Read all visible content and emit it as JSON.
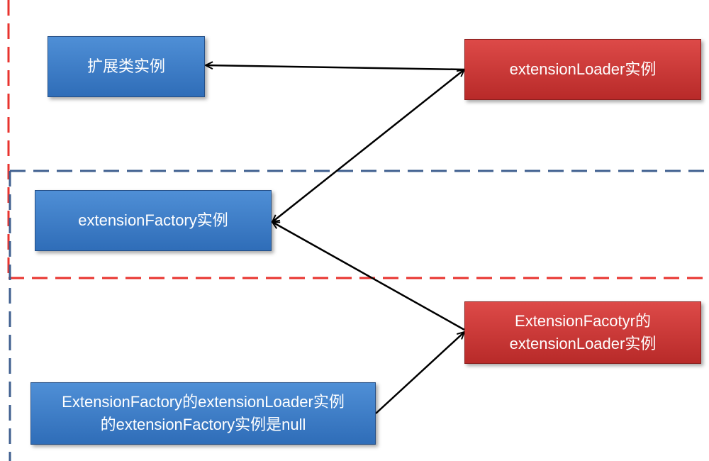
{
  "boxes": {
    "extension_instance": {
      "label": "扩展类实例"
    },
    "extension_loader_instance": {
      "label": "extensionLoader实例"
    },
    "extension_factory_instance": {
      "label": "extensionFactory实例"
    },
    "factory_loader_instance": {
      "label": "ExtensionFacotyr的\nextensionLoader实例"
    },
    "factory_loader_factory_null": {
      "label": "ExtensionFactory的extensionLoader实例\n的extensionFactory实例是null"
    }
  },
  "colors": {
    "blue_box": "#3a7cc8",
    "red_box": "#c83634",
    "red_dashed_region": "#e8332e",
    "blue_dashed_region": "#3f5f8f",
    "arrow": "#000000"
  }
}
